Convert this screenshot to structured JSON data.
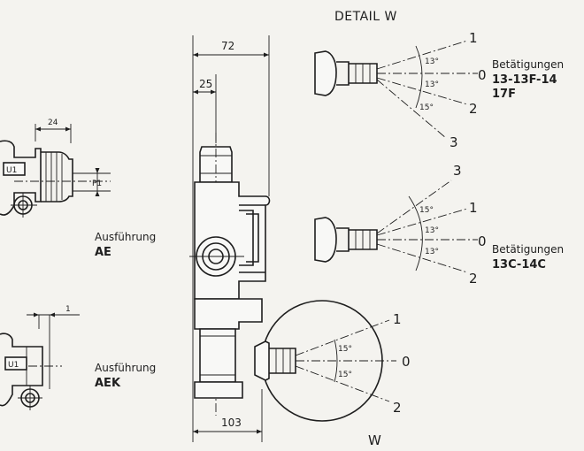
{
  "detail": {
    "title": "DETAIL W",
    "view_letter": "W"
  },
  "dimensions": {
    "d72": "72",
    "d25": "25",
    "d24": "24",
    "d1": "1",
    "d103": "103",
    "p1": "P1",
    "u1_top": "U1",
    "u1_bottom": "U1"
  },
  "variants": {
    "ae": {
      "label": "Ausführung",
      "code": "AE"
    },
    "aek": {
      "label": "Ausführung",
      "code": "AEK"
    }
  },
  "actuation_top": {
    "heading": "Betätigungen",
    "types_line1": "13-13F-14",
    "types_line2": "17F",
    "angle_a": "13°",
    "angle_b": "13°",
    "angle_c": "15°",
    "pos_1": "1",
    "pos_0": "0",
    "pos_2": "2",
    "pos_3": "3"
  },
  "actuation_mid": {
    "heading": "Betätigungen",
    "types_line1": "13C-14C",
    "angle_a": "15°",
    "angle_b": "13°",
    "angle_c": "13°",
    "pos_3": "3",
    "pos_1": "1",
    "pos_0": "0",
    "pos_2": "2"
  },
  "actuation_bottom": {
    "angle_a": "15°",
    "angle_b": "15°",
    "pos_1": "1",
    "pos_0": "0",
    "pos_2": "2"
  }
}
